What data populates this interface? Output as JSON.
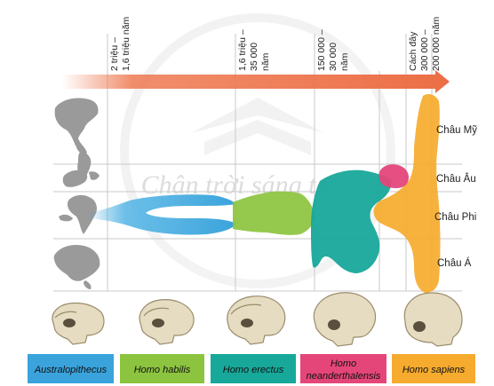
{
  "timeline": {
    "periods": [
      {
        "lines": [
          "2 triệu –",
          "1,6 triệu năm"
        ]
      },
      {
        "lines": [
          "1,6 triệu –",
          "35 000",
          "năm"
        ]
      },
      {
        "lines": [
          "150 000 –",
          "30 000",
          "năm"
        ]
      },
      {
        "lines": [
          "Cách đây",
          "300 000 –",
          "200 000 năm"
        ]
      }
    ]
  },
  "regions": [
    {
      "label": "Châu Mỹ"
    },
    {
      "label": "Châu Âu"
    },
    {
      "label": "Châu Phi"
    },
    {
      "label": "Châu Á"
    }
  ],
  "species": [
    {
      "lines": [
        "Australopithecus"
      ],
      "color": "#3aa3dc"
    },
    {
      "lines": [
        "Homo habilis"
      ],
      "color": "#8cc43f"
    },
    {
      "lines": [
        "Homo erectus"
      ],
      "color": "#17a89a"
    },
    {
      "lines": [
        "Homo",
        "neanderthalensis"
      ],
      "color": "#e5467a"
    },
    {
      "lines": [
        "Homo sapiens"
      ],
      "color": "#f6ab2e"
    }
  ],
  "watermark": "Chân trời sáng tạo",
  "icons": {
    "continent": [
      "north-america-map-icon",
      "europe-map-icon",
      "africa-map-icon",
      "asia-map-icon"
    ],
    "skull": "skull-icon"
  },
  "colors": {
    "arrow": "#ee7a52",
    "grid": "#c9c9c9",
    "continent": "#9a9a9a",
    "skull": "#e6dcc1"
  }
}
